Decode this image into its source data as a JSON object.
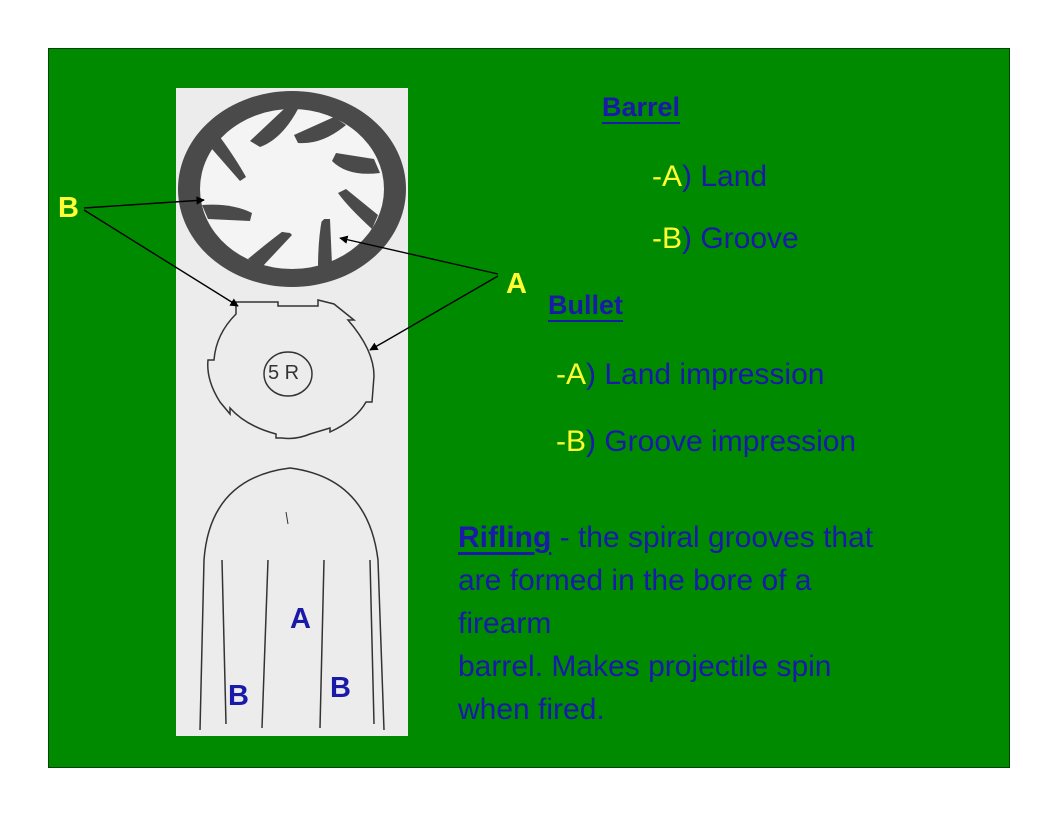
{
  "barrel": {
    "heading": "Barrel",
    "items": [
      {
        "prefix": "-",
        "letter": "A",
        "text": ") Land"
      },
      {
        "prefix": "-",
        "letter": "B",
        "text": ") Groove"
      }
    ]
  },
  "bullet": {
    "heading": "Bullet",
    "items": [
      {
        "prefix": "-",
        "letter": "A",
        "text": ") Land impression"
      },
      {
        "prefix": "-",
        "letter": "B",
        "text": ") Groove impression"
      }
    ]
  },
  "callouts": {
    "left_b": "B",
    "right_a": "A",
    "bullet_side_a": "A",
    "bullet_side_b_left": "B",
    "bullet_side_b_right": "B"
  },
  "cross_section_label": "5 R",
  "rifling": {
    "term": "Rifling",
    "definition_1": " - the spiral grooves that are formed in the bore of a firearm",
    "definition_2": "barrel.  Makes projectile spin when fired."
  },
  "colors": {
    "background": "#008a00",
    "text_blue": "#1a1aa8",
    "highlight_yellow": "#ffff33"
  }
}
